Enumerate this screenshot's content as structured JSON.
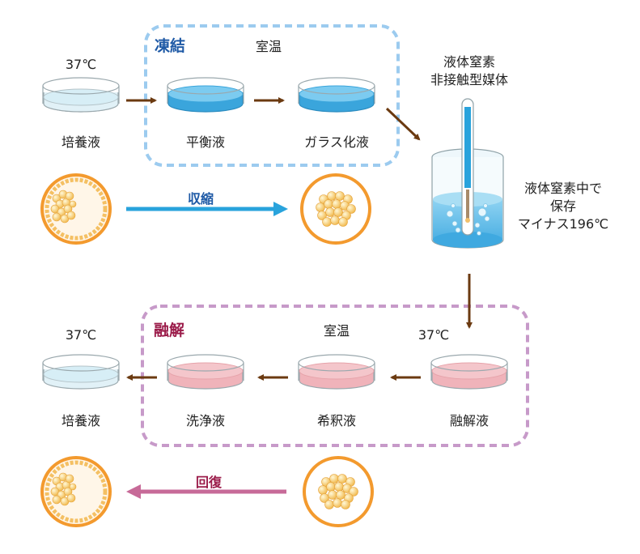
{
  "freezing": {
    "title": "凍結",
    "room_temp": "室温",
    "temp_37": "37℃",
    "dish_culture": "培養液",
    "dish_equilibrium": "平衡液",
    "dish_vitrification": "ガラス化液",
    "arrow_label": "収縮"
  },
  "storage": {
    "nitrogen_line1": "液体窒素",
    "nitrogen_line2": "非接触型媒体",
    "keep_line1": "液体窒素中で",
    "keep_line2": "保存",
    "keep_line3": "マイナス196℃"
  },
  "thawing": {
    "title": "融解",
    "room_temp": "室温",
    "temp_37_left": "37℃",
    "temp_37_right": "37℃",
    "dish_culture": "培養液",
    "dish_wash": "洗浄液",
    "dish_dilution": "希釈液",
    "dish_thaw": "融解液",
    "arrow_label": "回復"
  },
  "colors": {
    "freeze_accent": "#1f5aa6",
    "thaw_accent": "#9b1c4a",
    "arrow_brown": "#6b3a10",
    "arrow_blue": "#29a3dc",
    "arrow_pink": "#c76a98"
  }
}
